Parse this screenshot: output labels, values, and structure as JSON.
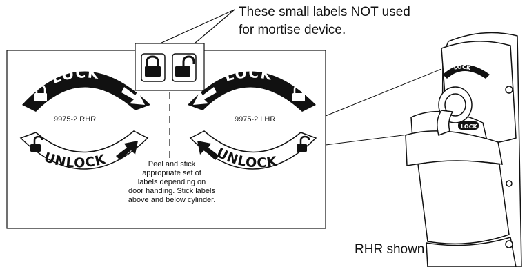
{
  "callout": {
    "line1": "These small labels NOT used",
    "line2": "for mortise device."
  },
  "labels": {
    "lock": "LOCK",
    "unlock": "UNLOCK",
    "rhr": "9975-2  RHR",
    "lhr": "9975-2  LHR"
  },
  "instructions": [
    "Peel and stick",
    "appropriate set of",
    "labels depending on",
    "door handing. Stick labels",
    "above and below cylinder."
  ],
  "caption": "RHR shown",
  "device_labels": {
    "lock": "LOCK",
    "unlock": "LOCK"
  },
  "colors": {
    "ink": "#111111",
    "paper": "#ffffff"
  },
  "icons": [
    "padlock-closed-icon",
    "padlock-open-icon",
    "arrow-icon"
  ]
}
